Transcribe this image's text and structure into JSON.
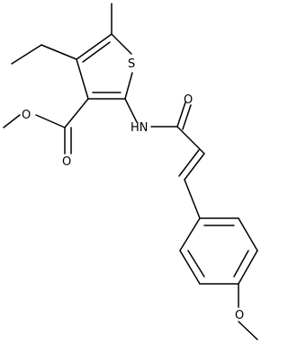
{
  "atoms": {
    "S": "S",
    "HN": "HN",
    "O_ester_single": "O",
    "O_ester_double": "O",
    "O_amide": "O",
    "O_methoxy": "O"
  }
}
